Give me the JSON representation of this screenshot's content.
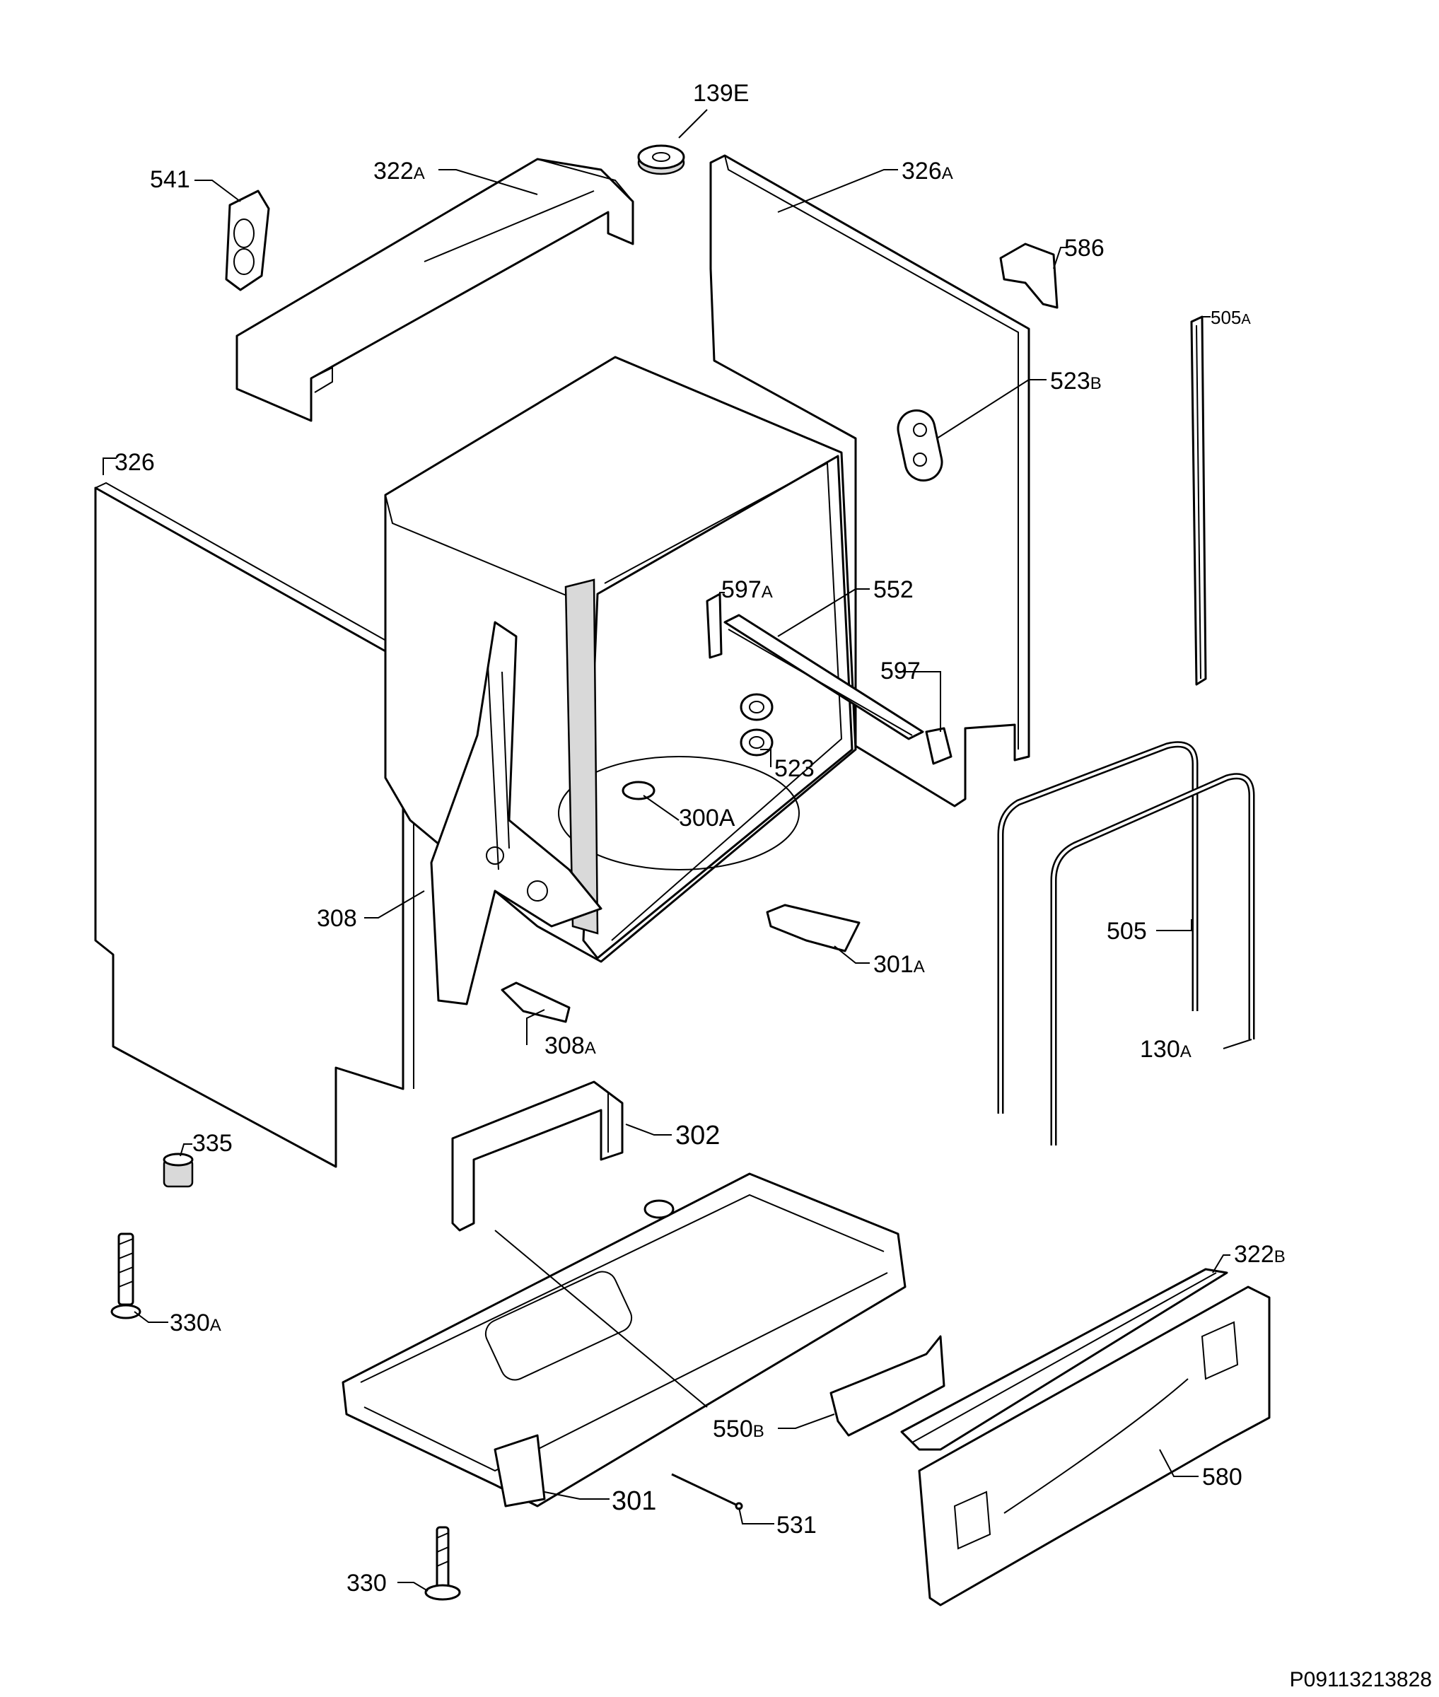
{
  "callouts": {
    "c139E": "139E",
    "c541": "541",
    "c322A": {
      "num": "322",
      "suf": "A"
    },
    "c326A": {
      "num": "326",
      "suf": "A"
    },
    "c586": "586",
    "c505A": {
      "num": "505",
      "suf": "A"
    },
    "c523B": {
      "num": "523",
      "suf": "B"
    },
    "c326": "326",
    "c597A": {
      "num": "597",
      "suf": "A"
    },
    "c552": "552",
    "c597": "597",
    "c523": "523",
    "c300A": "300A",
    "c308": "308",
    "c301A": {
      "num": "301",
      "suf": "A"
    },
    "c505": "505",
    "c308A": {
      "num": "308",
      "suf": "A"
    },
    "c130A": {
      "num": "130",
      "suf": "A"
    },
    "c335": "335",
    "c302": "302",
    "c322B": {
      "num": "322",
      "suf": "B"
    },
    "c330A": {
      "num": "330",
      "suf": "A"
    },
    "c550B": {
      "num": "550",
      "suf": "B"
    },
    "c580": "580",
    "c301": "301",
    "c531": "531",
    "c330": "330"
  },
  "drawing_code": "P09113213828",
  "icons": {
    "part": "line-art-part"
  }
}
